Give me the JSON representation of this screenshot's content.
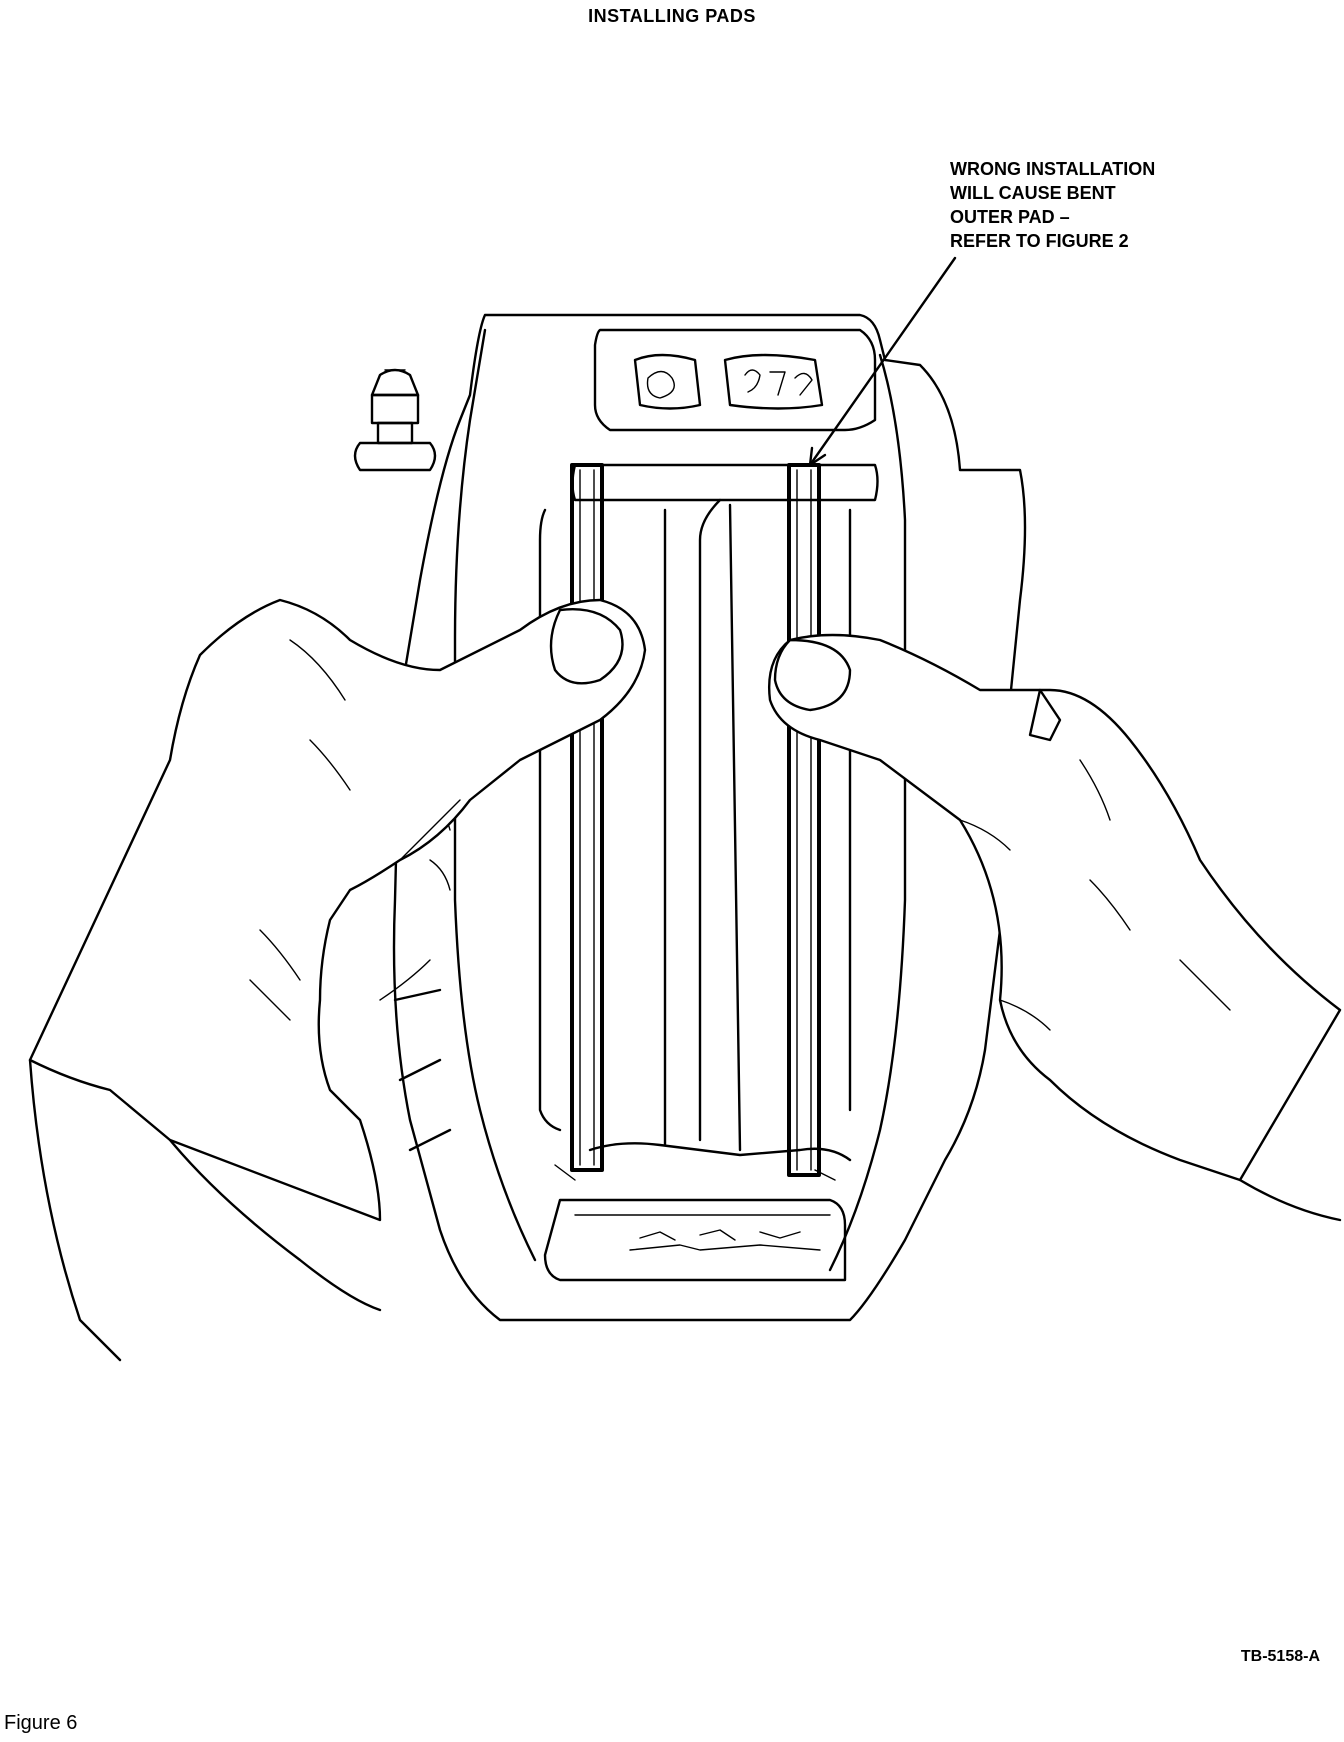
{
  "title": "INSTALLING PADS",
  "callout": {
    "lines": [
      "WRONG INSTALLATION",
      "WILL CAUSE BENT",
      "OUTER PAD –",
      "REFER TO FIGURE 2"
    ]
  },
  "figure_code": "TB-5158-A",
  "figure_label": "Figure 6"
}
